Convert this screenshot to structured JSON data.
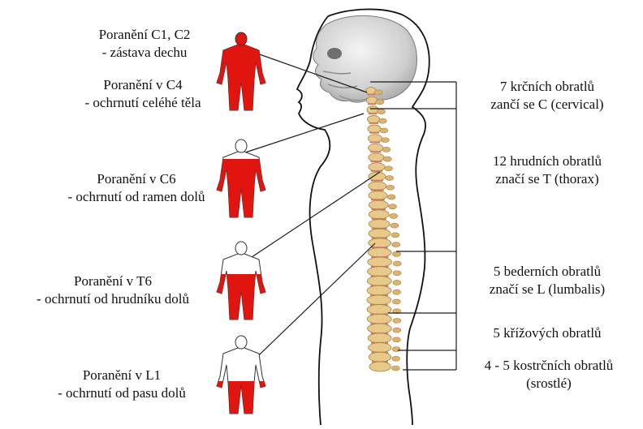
{
  "injuries": [
    {
      "title": "Poranění C1, C2",
      "effect": "- zástava dechu",
      "level": "C1-C2",
      "paralysis": "full"
    },
    {
      "title": "Poranění v C4",
      "effect": "- ochrnutí celéhé těla",
      "level": "C4",
      "paralysis": "full"
    },
    {
      "title": "Poranění v C6",
      "effect": "- ochrnutí od ramen dolů",
      "level": "C6",
      "paralysis": "below-shoulders"
    },
    {
      "title": "Poranění v T6",
      "effect": "- ochrnutí od hrudníku dolů",
      "level": "T6",
      "paralysis": "below-chest"
    },
    {
      "title": "Poranění v L1",
      "effect": "- ochrnutí od pasu dolů",
      "level": "L1",
      "paralysis": "below-waist"
    }
  ],
  "segments": [
    {
      "line1": "7 krčních obratlů",
      "line2": "zančí se C (cervical)"
    },
    {
      "line1": "12 hrudních obratlů",
      "line2": "značí se T (thorax)"
    },
    {
      "line1": "5 bederních obratlů",
      "line2": "značí se L (lumbalis)"
    },
    {
      "line1": "5 křížových obratlů",
      "line2": ""
    },
    {
      "line1": "4 - 5 kostrčních obratlů",
      "line2": "(srostlé)"
    }
  ],
  "colors": {
    "paralysis": "#e0150f",
    "bone": "#e7c98a",
    "disc": "#c97b6b",
    "skull": "#d9d9d9",
    "line": "#1a1a1a"
  }
}
